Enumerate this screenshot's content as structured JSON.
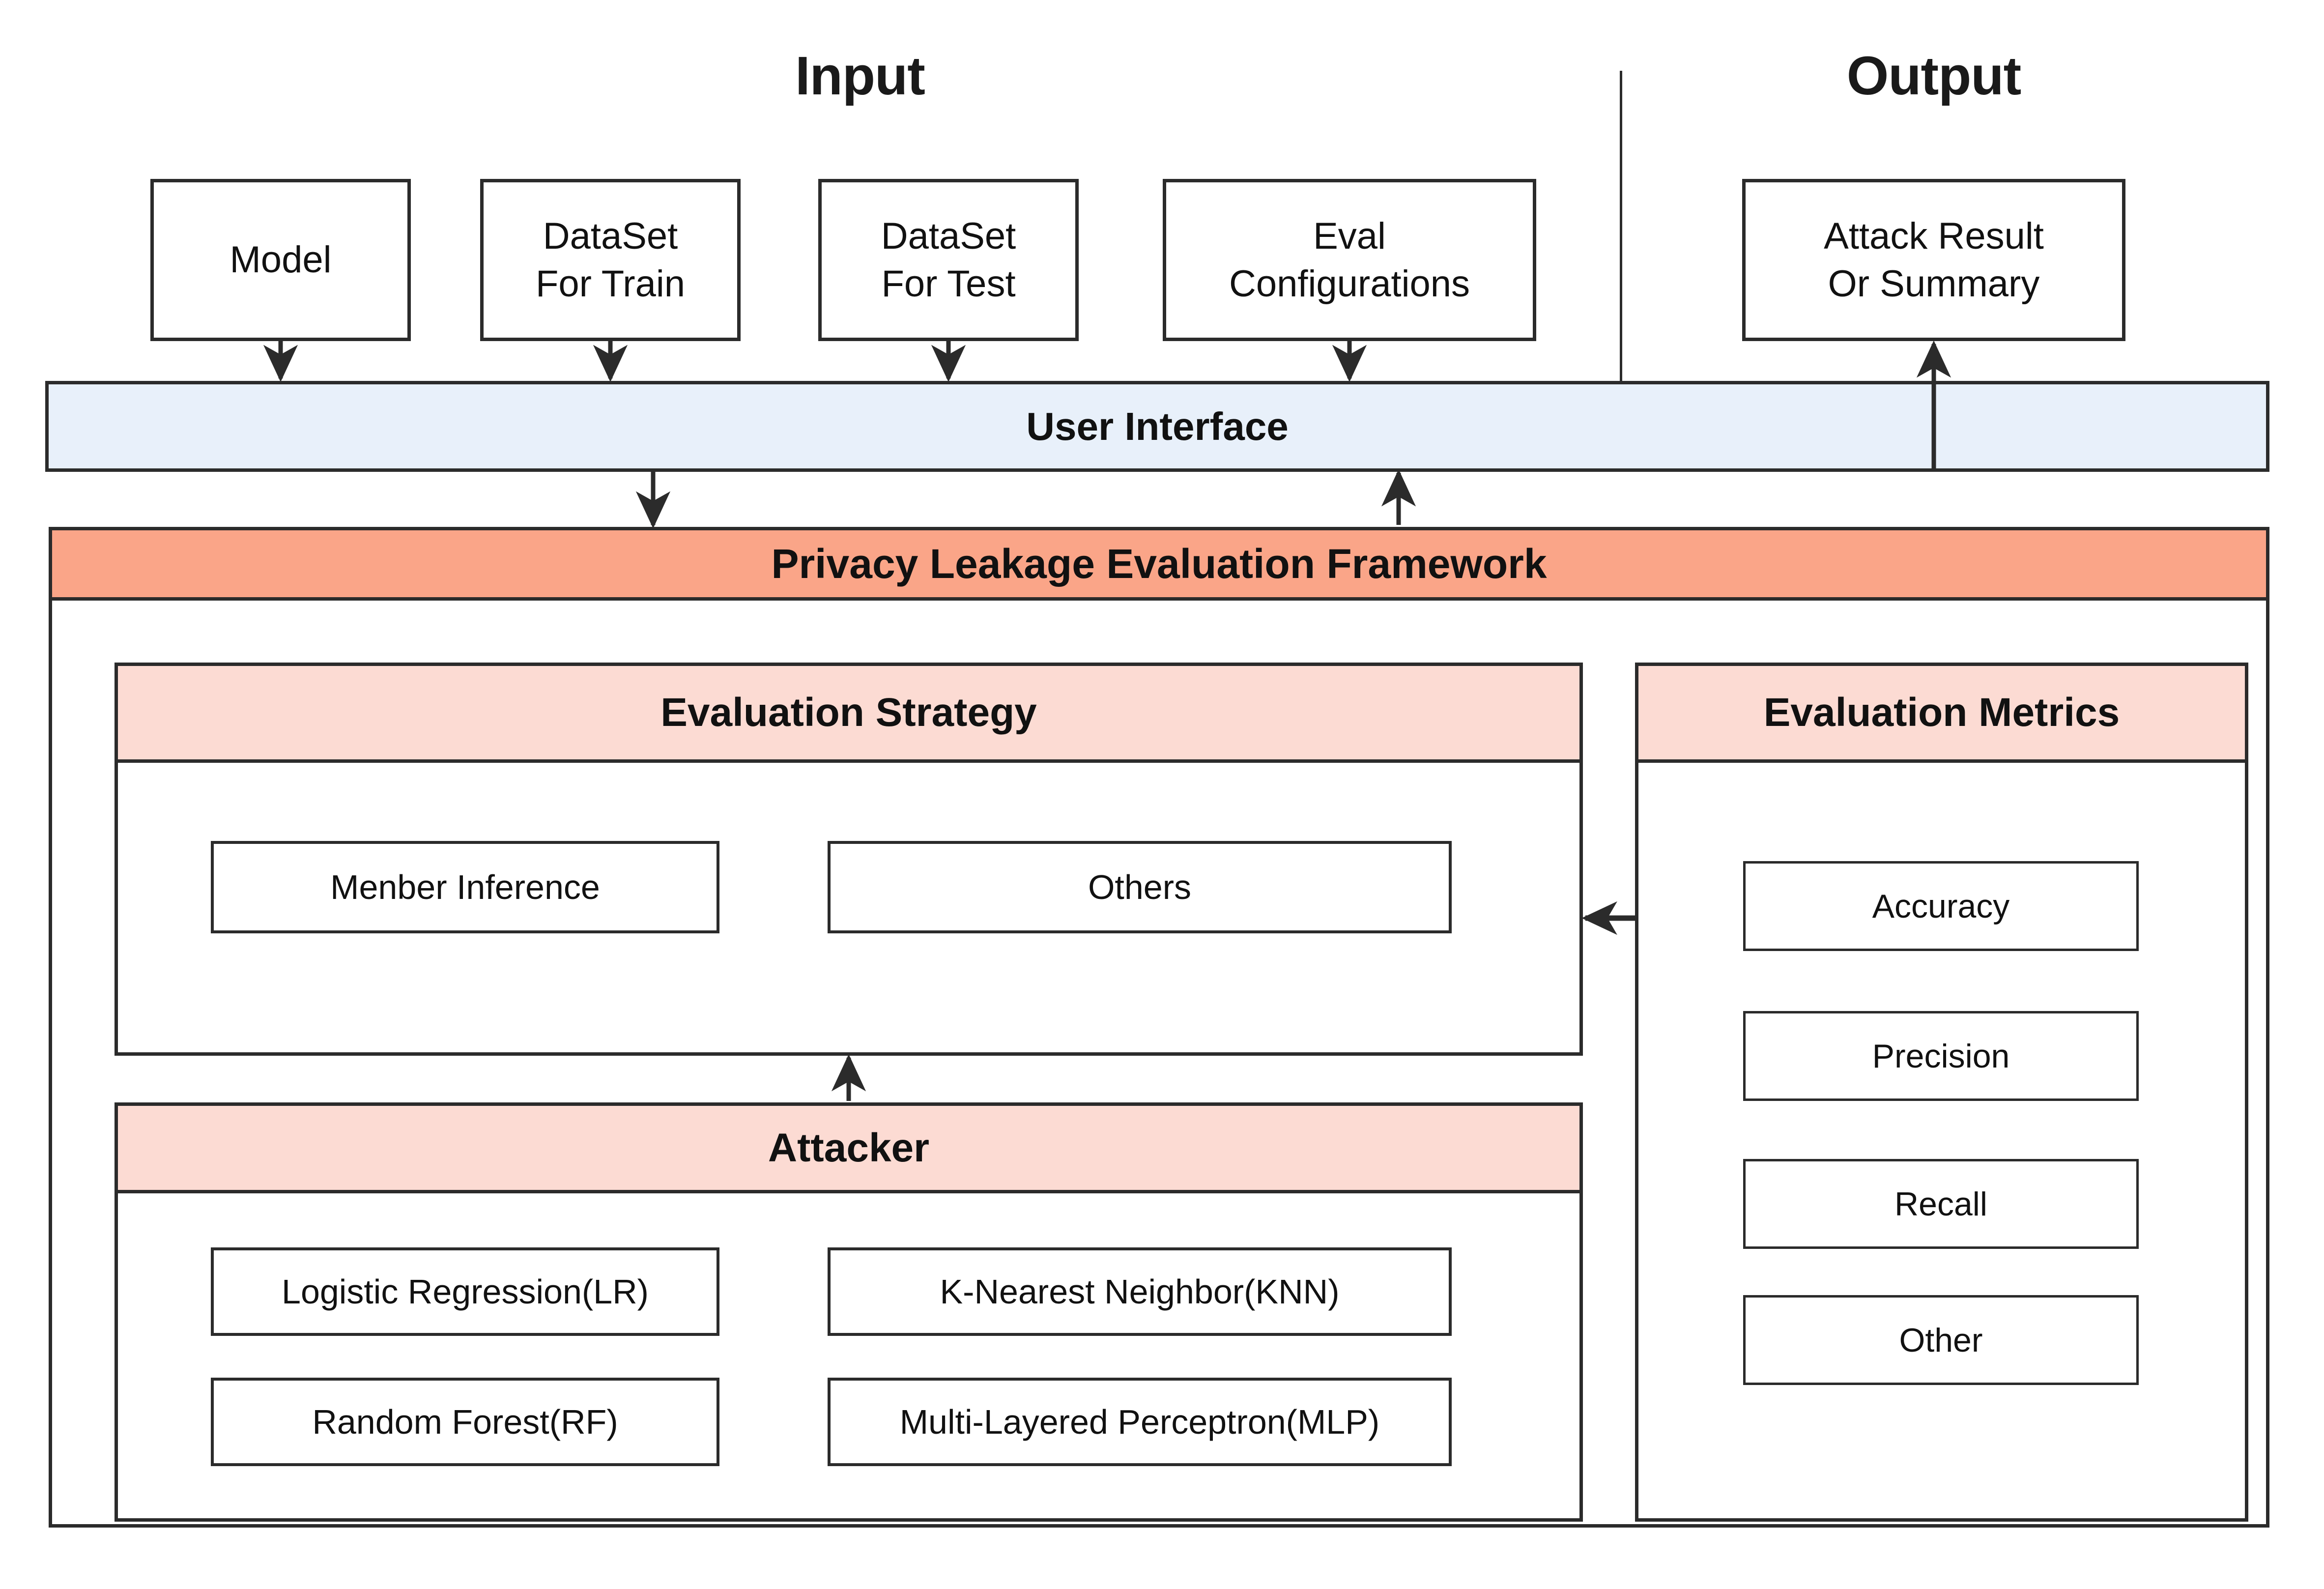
{
  "colors": {
    "line": "#2b2b2b",
    "ui_bar": "#e8f0fa",
    "framework_header": "#faa588",
    "panel_header": "#fcdbd3",
    "box_fill": "#ffffff",
    "text": "#111111"
  },
  "sections": {
    "input_title": "Input",
    "output_title": "Output"
  },
  "input_nodes": [
    {
      "line1": "Model",
      "line2": ""
    },
    {
      "line1": "DataSet",
      "line2": "For Train"
    },
    {
      "line1": "DataSet",
      "line2": "For Test"
    },
    {
      "line1": "Eval",
      "line2": "Configurations"
    }
  ],
  "output_nodes": [
    {
      "line1": "Attack Result",
      "line2": "Or Summary"
    }
  ],
  "user_interface": {
    "label": "User Interface"
  },
  "framework": {
    "title": "Privacy Leakage Evaluation Framework"
  },
  "evaluation_strategy": {
    "title": "Evaluation Strategy",
    "items": [
      {
        "label": "Menber Inference"
      },
      {
        "label": "Others"
      }
    ]
  },
  "attacker": {
    "title": "Attacker",
    "items": [
      {
        "label": "Logistic Regression(LR)"
      },
      {
        "label": "K-Nearest Neighbor(KNN)"
      },
      {
        "label": "Random Forest(RF)"
      },
      {
        "label": "Multi-Layered Perceptron(MLP)"
      }
    ]
  },
  "evaluation_metrics": {
    "title": "Evaluation Metrics",
    "items": [
      {
        "label": "Accuracy"
      },
      {
        "label": "Precision"
      },
      {
        "label": "Recall"
      },
      {
        "label": "Other"
      }
    ]
  }
}
